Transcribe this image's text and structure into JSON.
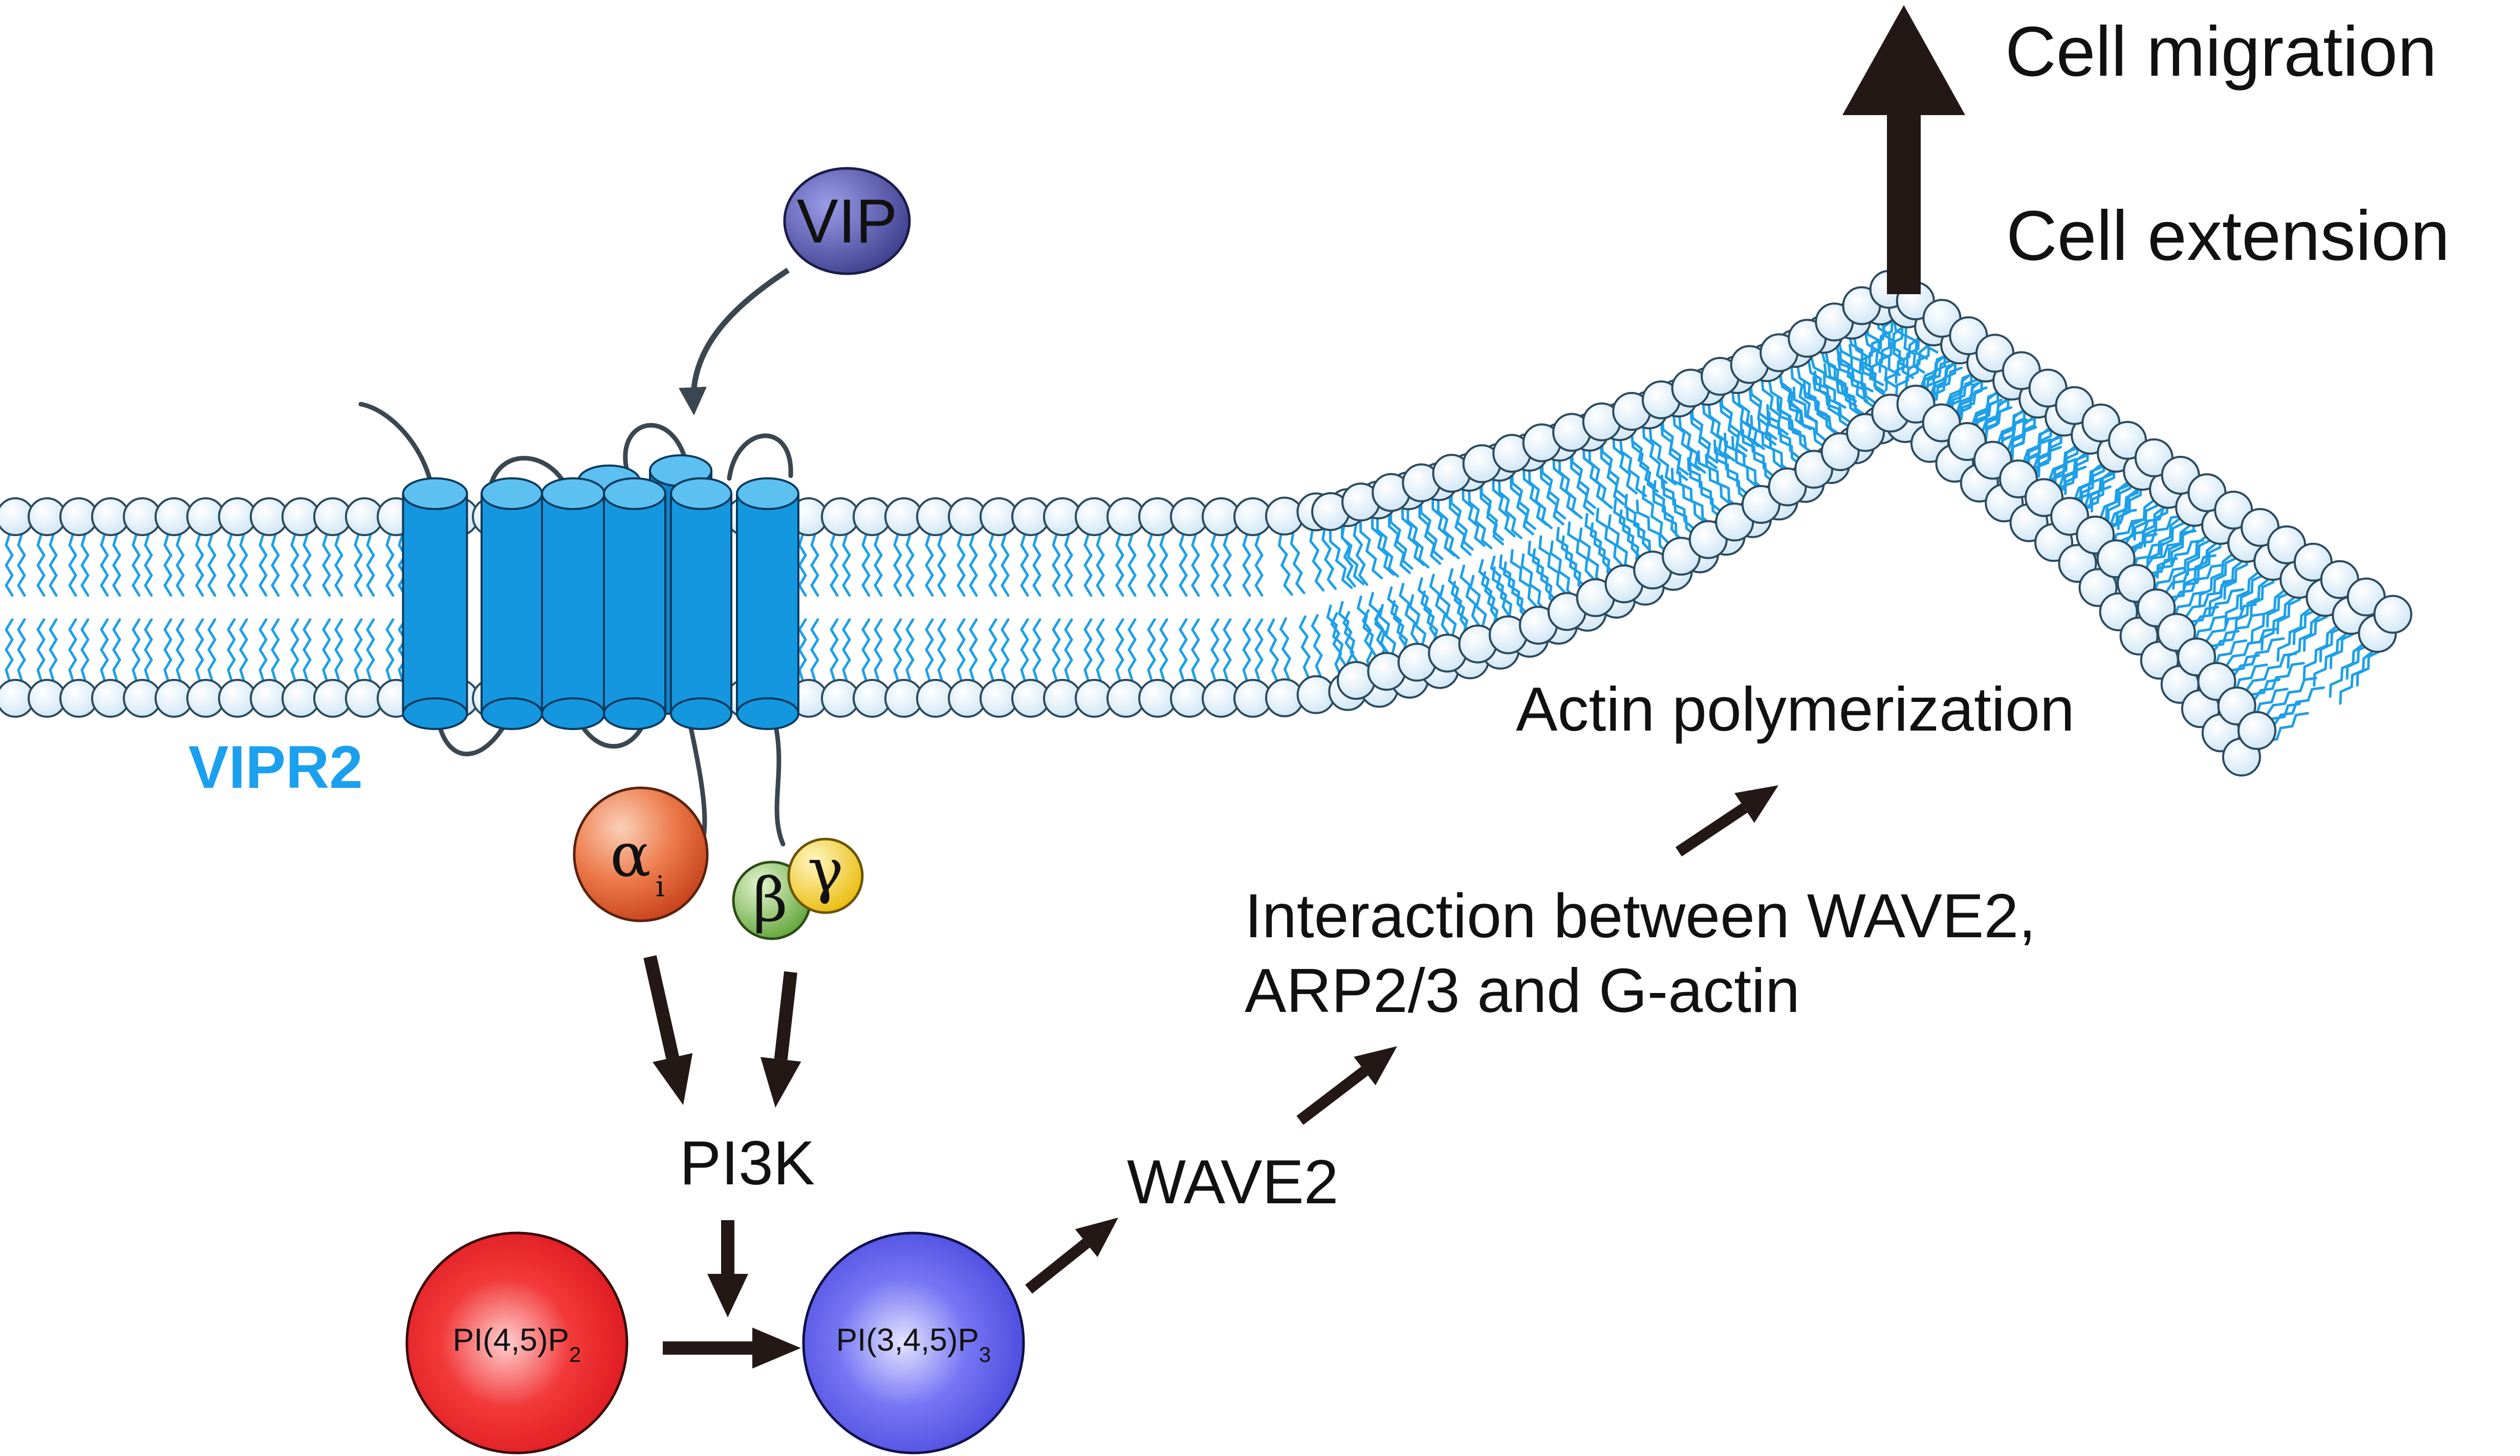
{
  "colors": {
    "lipid_head": "#e8f4fc",
    "lipid_stroke": "#2b4a5e",
    "lipid_tail": "#1ea0e8",
    "receptor": "#1597e0",
    "receptor_top": "#5cc0f0",
    "receptor_label": "#1aa0ee",
    "vip": "#4e4fa8",
    "alpha": "#e35a2e",
    "beta": "#78b84a",
    "gamma": "#f4cc1c",
    "pip2": "#ee1c24",
    "pip3": "#5050ea",
    "arrow": "#231815",
    "vip_arrow": "#3a4650"
  },
  "labels": {
    "vip": "VIP",
    "receptor": "VIPR2",
    "alpha": "α",
    "alpha_sub": "i",
    "beta": "β",
    "gamma": "γ",
    "pi3k": "PI3K",
    "pip2_main": "PI(4,5)P",
    "pip2_sub": "2",
    "pip3_main": "PI(3,4,5)P",
    "pip3_sub": "3",
    "wave2": "WAVE2",
    "interaction_line1": "Interaction between WAVE2,",
    "interaction_line2": "ARP2/3 and G-actin",
    "actin": "Actin polymerization",
    "cell_extension": "Cell extension",
    "cell_migration": "Cell migration"
  }
}
